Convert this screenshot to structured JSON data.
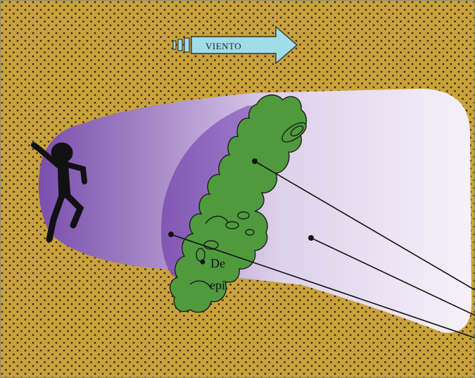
{
  "diagram": {
    "wind_label": "VIENTO",
    "cut_text_line1": "De",
    "cut_text_line2": "epi"
  },
  "colors": {
    "ground": "#c9a33a",
    "ground_dots": "#3a2a18",
    "plume_dark": "#7d55b0",
    "plume_light": "#f4eef8",
    "cloud": "#4f9a3d",
    "cloud_outline": "#1c1c1c",
    "arrow_fill": "#9fdde8",
    "figure": "#111111"
  }
}
